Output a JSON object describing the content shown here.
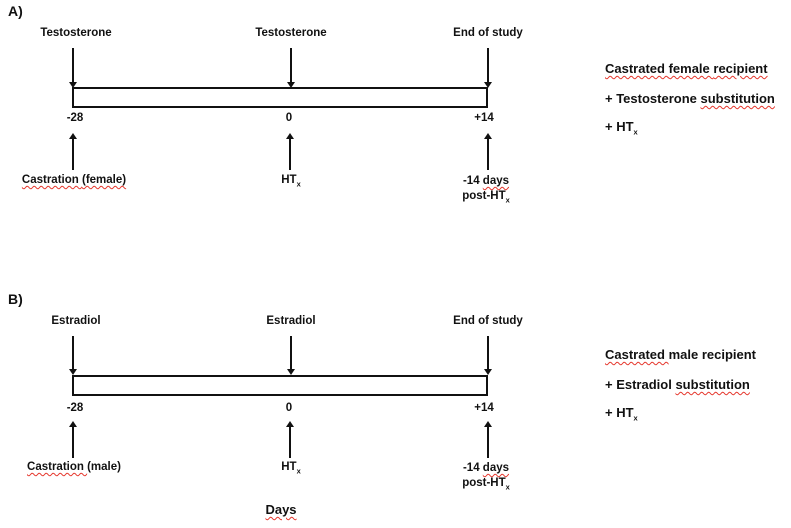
{
  "figure": {
    "axis_label": "Days",
    "colors": {
      "text": "#111111",
      "spellcheck_underline": "#e5352b",
      "bar_border": "#111111",
      "background": "#ffffff"
    },
    "panel_a": {
      "panel_label": "A)",
      "timeline": {
        "label_start": "Testosterone",
        "label_mid": "Testosterone",
        "label_end": "End of study",
        "tick_start": "-28",
        "tick_mid": "0",
        "tick_end": "+14"
      },
      "events": {
        "start_word1": "Castration ",
        "start_word2": "(female)",
        "mid_base": "HT",
        "mid_sub": "x",
        "end_line1_pre": "-14 ",
        "end_line1_word": "days",
        "end_line2_base": "post-HT",
        "end_line2_sub": "x"
      },
      "side_notes": {
        "line1_word1": "Castrated ",
        "line1_word2": "female ",
        "line1_word3": "recipient",
        "line2_pre": "+ Testosterone ",
        "line2_word": "substitution",
        "line3_base": "+ HT",
        "line3_sub": "x"
      }
    },
    "panel_b": {
      "panel_label": "B)",
      "timeline": {
        "label_start": "Estradiol",
        "label_mid": "Estradiol",
        "label_end": "End of study",
        "tick_start": "-28",
        "tick_mid": "0",
        "tick_end": "+14"
      },
      "events": {
        "start_word1": "Castration ",
        "start_word2": "(male)",
        "mid_base": "HT",
        "mid_sub": "x",
        "end_line1_pre": "-14 ",
        "end_line1_word": "days",
        "end_line2_base": "post-HT",
        "end_line2_sub": "x"
      },
      "side_notes": {
        "line1_word1": "Castrated ",
        "line1_rest": "male recipient",
        "line2_pre": "+ Estradiol ",
        "line2_word": "substitution",
        "line3_base": "+ HT",
        "line3_sub": "x"
      }
    }
  }
}
